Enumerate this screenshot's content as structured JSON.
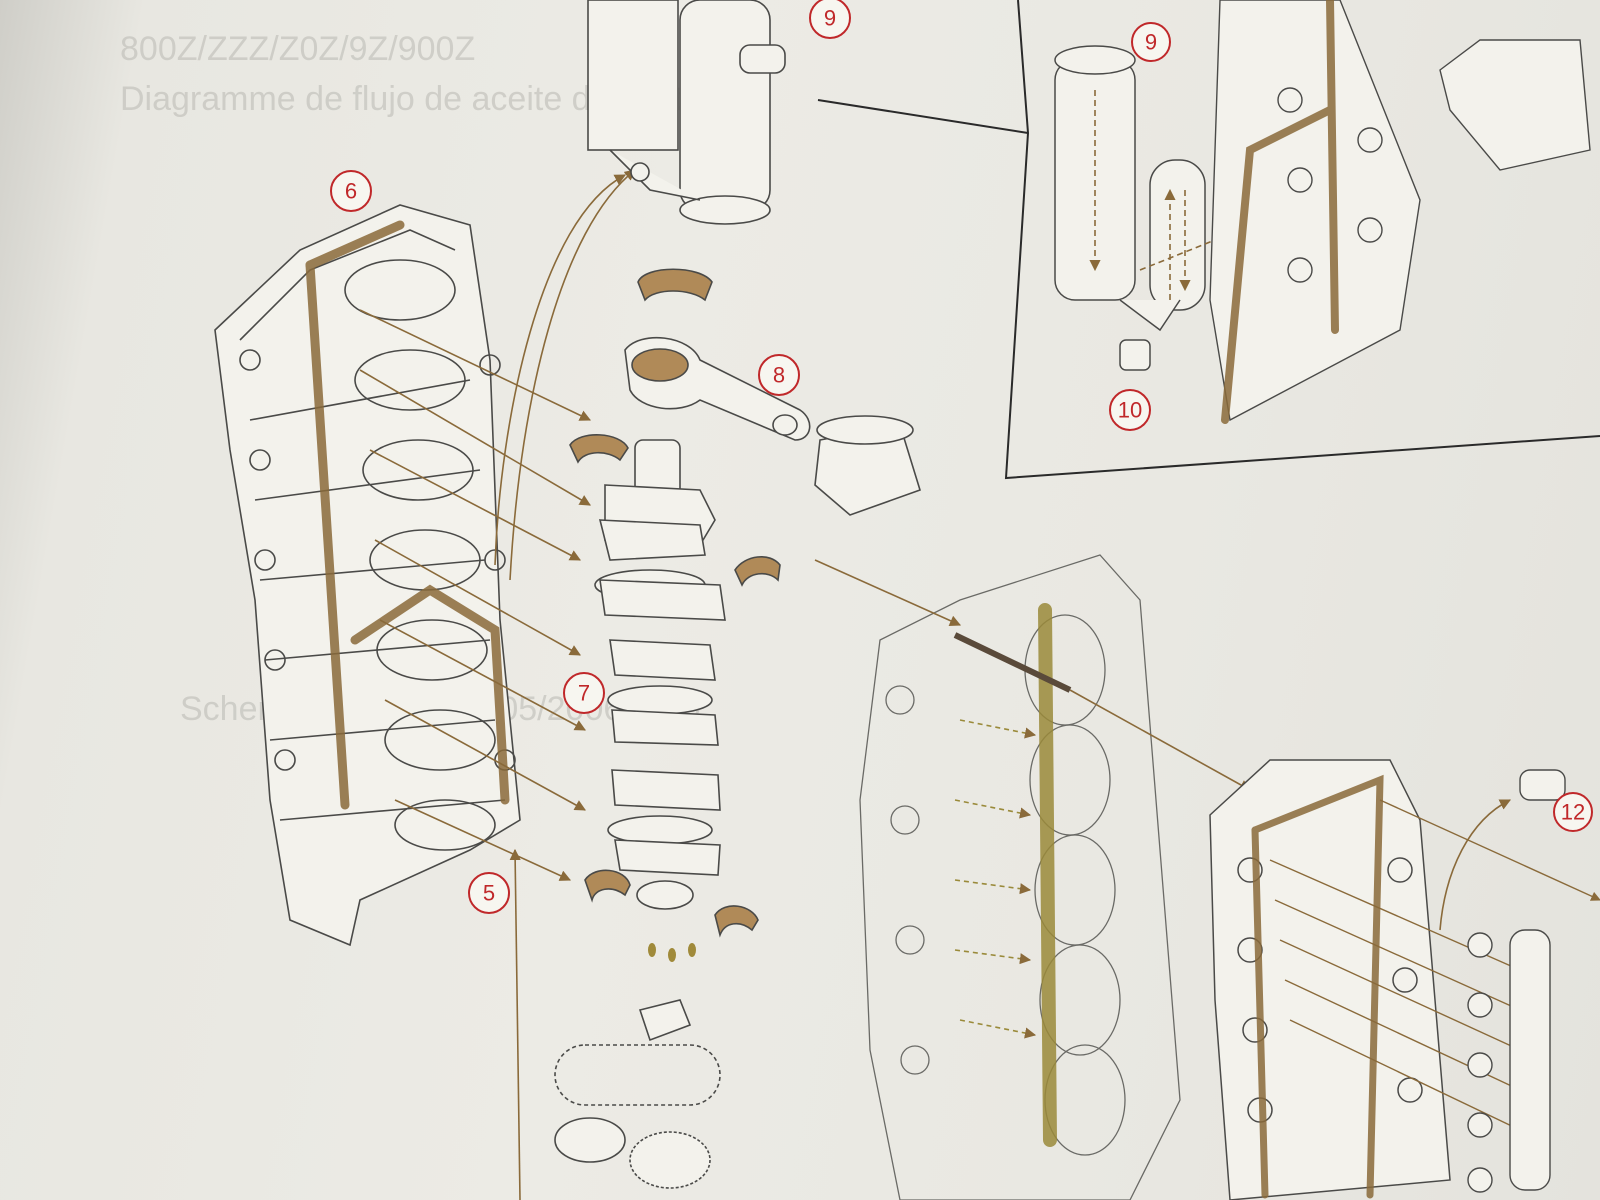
{
  "background_color": "#ecebe5",
  "line_color": "#4a4a48",
  "oil_passage_color": "#8a6a3a",
  "oil_gallery_color": "#9a8a3a",
  "callout_color": "#c0282a",
  "callouts": [
    {
      "id": "c9-top",
      "label": "9"
    },
    {
      "id": "c6",
      "label": "6"
    },
    {
      "id": "c8",
      "label": "8"
    },
    {
      "id": "c7",
      "label": "7"
    },
    {
      "id": "c5",
      "label": "5"
    },
    {
      "id": "c9-inset",
      "label": "9"
    },
    {
      "id": "c10",
      "label": "10"
    },
    {
      "id": "c12",
      "label": "12"
    }
  ],
  "bleed_through_text": [
    "800Z/ZZZ/Z0Z/9Z/900Z",
    "Diagramme de flujo de aceite del motor",
    "Schematic oil flow 2005/2006/2007"
  ]
}
